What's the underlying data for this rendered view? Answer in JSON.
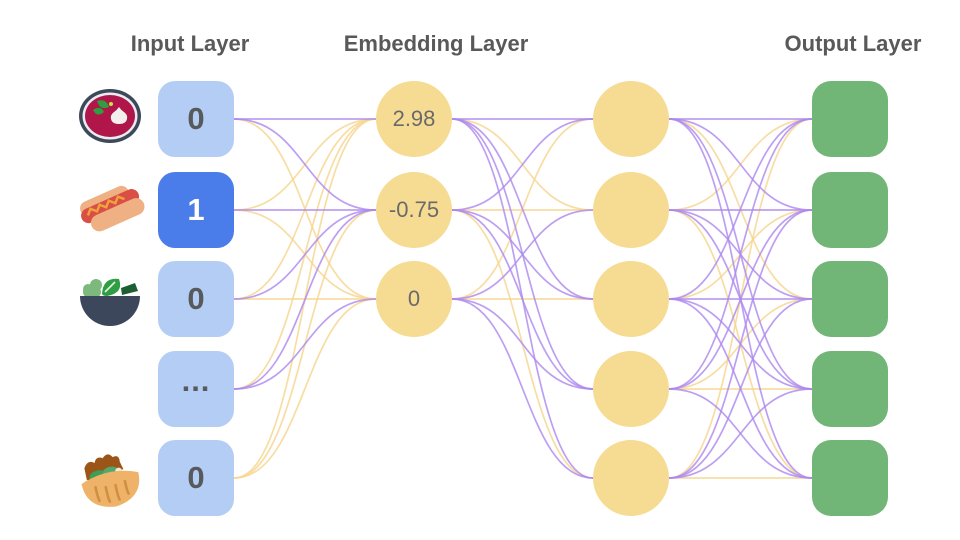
{
  "layers": {
    "input": {
      "title": "Input Layer",
      "nodes": [
        {
          "value": "0",
          "icon": "borscht-soup-bowl-icon",
          "highlighted": false
        },
        {
          "value": "1",
          "icon": "hot-dog-icon",
          "highlighted": true
        },
        {
          "value": "0",
          "icon": "salad-bowl-icon",
          "highlighted": false
        },
        {
          "value": "...",
          "icon": null,
          "highlighted": false
        },
        {
          "value": "0",
          "icon": "stuffed-flatbread-icon",
          "highlighted": false
        }
      ]
    },
    "embedding": {
      "title": "Embedding Layer",
      "nodes": [
        {
          "value": "2.98"
        },
        {
          "value": "-0.75"
        },
        {
          "value": "0"
        }
      ]
    },
    "hidden": {
      "node_count": 5
    },
    "output": {
      "title": "Output Layer",
      "node_count": 5
    }
  },
  "colors": {
    "input_node": "#b3cdf4",
    "input_node_active": "#4a7de9",
    "embedding_node": "#f6db92",
    "hidden_node": "#f6db92",
    "output_node": "#71b577",
    "edge_purple": "#ad87ef",
    "edge_yellow": "#f6d58c",
    "title_text": "#595959",
    "node_text": "#58595b"
  },
  "edges": {
    "color_key": {
      "p": "edge_purple",
      "y": "edge_yellow"
    },
    "input_to_embedding": [
      [
        "p",
        "p",
        "y"
      ],
      [
        "y",
        "p",
        "y"
      ],
      [
        "y",
        "p",
        "y"
      ],
      [
        "y",
        "p",
        "p"
      ],
      [
        "y",
        "y",
        "y"
      ]
    ],
    "embedding_to_hidden": [
      [
        "p",
        "y",
        "p",
        "p",
        "p"
      ],
      [
        "p",
        "y",
        "p",
        "p",
        "y"
      ],
      [
        "y",
        "p",
        "y",
        "p",
        "p"
      ]
    ],
    "hidden_to_output": [
      [
        "p",
        "p",
        "y",
        "p",
        "p"
      ],
      [
        "y",
        "p",
        "p",
        "p",
        "y"
      ],
      [
        "p",
        "y",
        "p",
        "p",
        "p"
      ],
      [
        "p",
        "p",
        "y",
        "y",
        "p"
      ],
      [
        "y",
        "p",
        "p",
        "p",
        "y"
      ]
    ]
  }
}
